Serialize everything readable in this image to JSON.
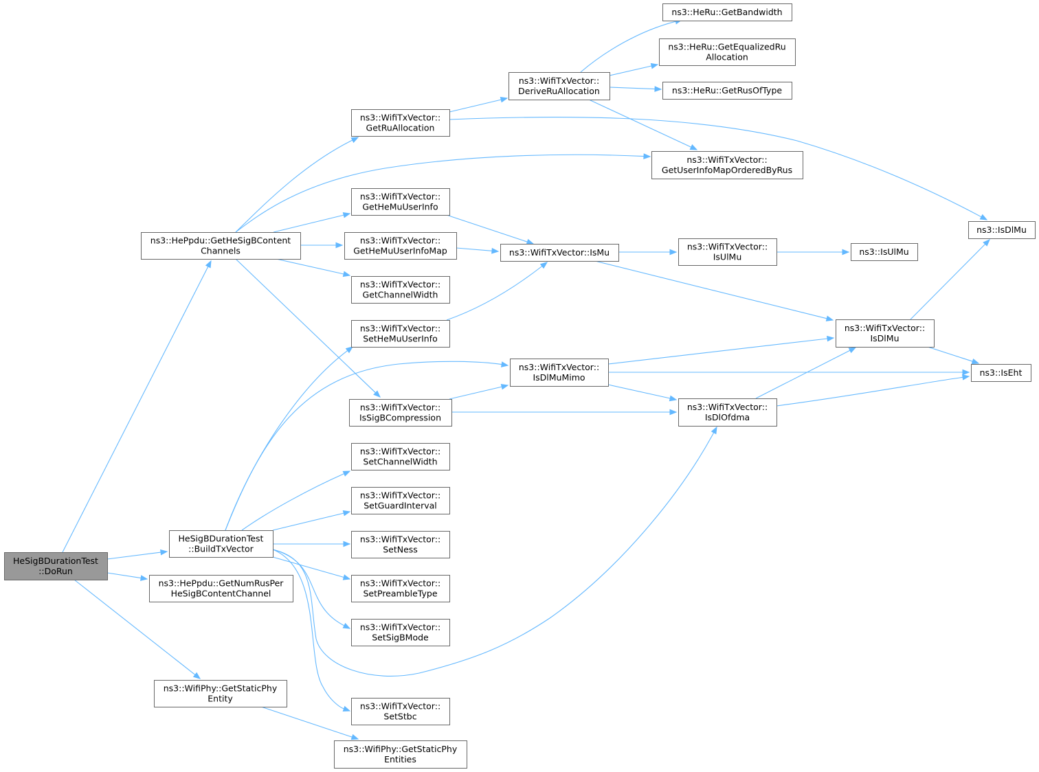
{
  "colors": {
    "node_fill": "#ffffff",
    "node_border": "#666666",
    "root_fill": "#999999",
    "edge": "#63b8ff",
    "text": "#000000"
  },
  "nodes": [
    {
      "id": "dorun",
      "lines": [
        "HeSigBDurationTest",
        "::DoRun"
      ],
      "root": true
    },
    {
      "id": "getcc",
      "lines": [
        "ns3::HePpdu::GetHeSigBContent",
        "Channels"
      ]
    },
    {
      "id": "buildtx",
      "lines": [
        "HeSigBDurationTest",
        "::BuildTxVector"
      ]
    },
    {
      "id": "getnumrus",
      "lines": [
        "ns3::HePpdu::GetNumRusPer",
        "HeSigBContentChannel"
      ]
    },
    {
      "id": "getstaticphy",
      "lines": [
        "ns3::WifiPhy::GetStaticPhy",
        "Entity"
      ]
    },
    {
      "id": "getstaticphies",
      "lines": [
        "ns3::WifiPhy::GetStaticPhy",
        "Entities"
      ]
    },
    {
      "id": "getruall",
      "lines": [
        "ns3::WifiTxVector::",
        "GetRuAllocation"
      ]
    },
    {
      "id": "gethemuui",
      "lines": [
        "ns3::WifiTxVector::",
        "GetHeMuUserInfo"
      ]
    },
    {
      "id": "gethemuuimap",
      "lines": [
        "ns3::WifiTxVector::",
        "GetHeMuUserInfoMap"
      ]
    },
    {
      "id": "getchw",
      "lines": [
        "ns3::WifiTxVector::",
        "GetChannelWidth"
      ]
    },
    {
      "id": "sethemuui",
      "lines": [
        "ns3::WifiTxVector::",
        "SetHeMuUserInfo"
      ]
    },
    {
      "id": "issigbcomp",
      "lines": [
        "ns3::WifiTxVector::",
        "IsSigBCompression"
      ]
    },
    {
      "id": "setchw",
      "lines": [
        "ns3::WifiTxVector::",
        "SetChannelWidth"
      ]
    },
    {
      "id": "setgi",
      "lines": [
        "ns3::WifiTxVector::",
        "SetGuardInterval"
      ]
    },
    {
      "id": "setness",
      "lines": [
        "ns3::WifiTxVector::",
        "SetNess"
      ]
    },
    {
      "id": "setpreamble",
      "lines": [
        "ns3::WifiTxVector::",
        "SetPreambleType"
      ]
    },
    {
      "id": "setsigbmode",
      "lines": [
        "ns3::WifiTxVector::",
        "SetSigBMode"
      ]
    },
    {
      "id": "setstbc",
      "lines": [
        "ns3::WifiTxVector::",
        "SetStbc"
      ]
    },
    {
      "id": "deriveru",
      "lines": [
        "ns3::WifiTxVector::",
        "DeriveRuAllocation"
      ]
    },
    {
      "id": "ismu",
      "lines": [
        "ns3::WifiTxVector::IsMu"
      ]
    },
    {
      "id": "isdlmumimo",
      "lines": [
        "ns3::WifiTxVector::",
        "IsDlMuMimo"
      ]
    },
    {
      "id": "getbw",
      "lines": [
        "ns3::HeRu::GetBandwidth"
      ]
    },
    {
      "id": "geteqru",
      "lines": [
        "ns3::HeRu::GetEqualizedRu",
        "Allocation"
      ]
    },
    {
      "id": "getrusoftype",
      "lines": [
        "ns3::HeRu::GetRusOfType"
      ]
    },
    {
      "id": "getuimap",
      "lines": [
        "ns3::WifiTxVector::",
        "GetUserInfoMapOrderedByRus"
      ]
    },
    {
      "id": "isulmu",
      "lines": [
        "ns3::WifiTxVector::",
        "IsUlMu"
      ]
    },
    {
      "id": "isdlofdma",
      "lines": [
        "ns3::WifiTxVector::",
        "IsDlOfdma"
      ]
    },
    {
      "id": "isulmu_g",
      "lines": [
        "ns3::IsUlMu"
      ]
    },
    {
      "id": "isdlmu",
      "lines": [
        "ns3::WifiTxVector::",
        "IsDlMu"
      ]
    },
    {
      "id": "isdlmu_g",
      "lines": [
        "ns3::IsDlMu"
      ]
    },
    {
      "id": "iseht",
      "lines": [
        "ns3::IsEht"
      ]
    }
  ],
  "edges": [
    [
      "dorun",
      "getcc"
    ],
    [
      "dorun",
      "buildtx"
    ],
    [
      "dorun",
      "getnumrus"
    ],
    [
      "dorun",
      "getstaticphy"
    ],
    [
      "getstaticphy",
      "getstaticphies"
    ],
    [
      "getcc",
      "getruall"
    ],
    [
      "getcc",
      "getuimap"
    ],
    [
      "getcc",
      "gethemuui"
    ],
    [
      "getcc",
      "gethemuuimap"
    ],
    [
      "getcc",
      "getchw"
    ],
    [
      "getcc",
      "issigbcomp"
    ],
    [
      "buildtx",
      "sethemuui"
    ],
    [
      "buildtx",
      "isdlmumimo"
    ],
    [
      "buildtx",
      "setchw"
    ],
    [
      "buildtx",
      "setgi"
    ],
    [
      "buildtx",
      "setness"
    ],
    [
      "buildtx",
      "setpreamble"
    ],
    [
      "buildtx",
      "setsigbmode"
    ],
    [
      "buildtx",
      "isdlofdma"
    ],
    [
      "buildtx",
      "setstbc"
    ],
    [
      "getruall",
      "deriveru"
    ],
    [
      "getruall",
      "isdlmu_g"
    ],
    [
      "deriveru",
      "getbw"
    ],
    [
      "deriveru",
      "geteqru"
    ],
    [
      "deriveru",
      "getrusoftype"
    ],
    [
      "deriveru",
      "getuimap"
    ],
    [
      "gethemuui",
      "ismu"
    ],
    [
      "gethemuuimap",
      "ismu"
    ],
    [
      "sethemuui",
      "ismu"
    ],
    [
      "ismu",
      "isulmu"
    ],
    [
      "ismu",
      "isdlmu"
    ],
    [
      "isulmu",
      "isulmu_g"
    ],
    [
      "issigbcomp",
      "isdlmumimo"
    ],
    [
      "issigbcomp",
      "isdlofdma"
    ],
    [
      "isdlmumimo",
      "isdlmu"
    ],
    [
      "isdlmumimo",
      "iseht"
    ],
    [
      "isdlmumimo",
      "isdlofdma"
    ],
    [
      "isdlofdma",
      "isdlmu"
    ],
    [
      "isdlofdma",
      "iseht"
    ],
    [
      "isdlmu",
      "isdlmu_g"
    ],
    [
      "isdlmu",
      "iseht"
    ]
  ]
}
